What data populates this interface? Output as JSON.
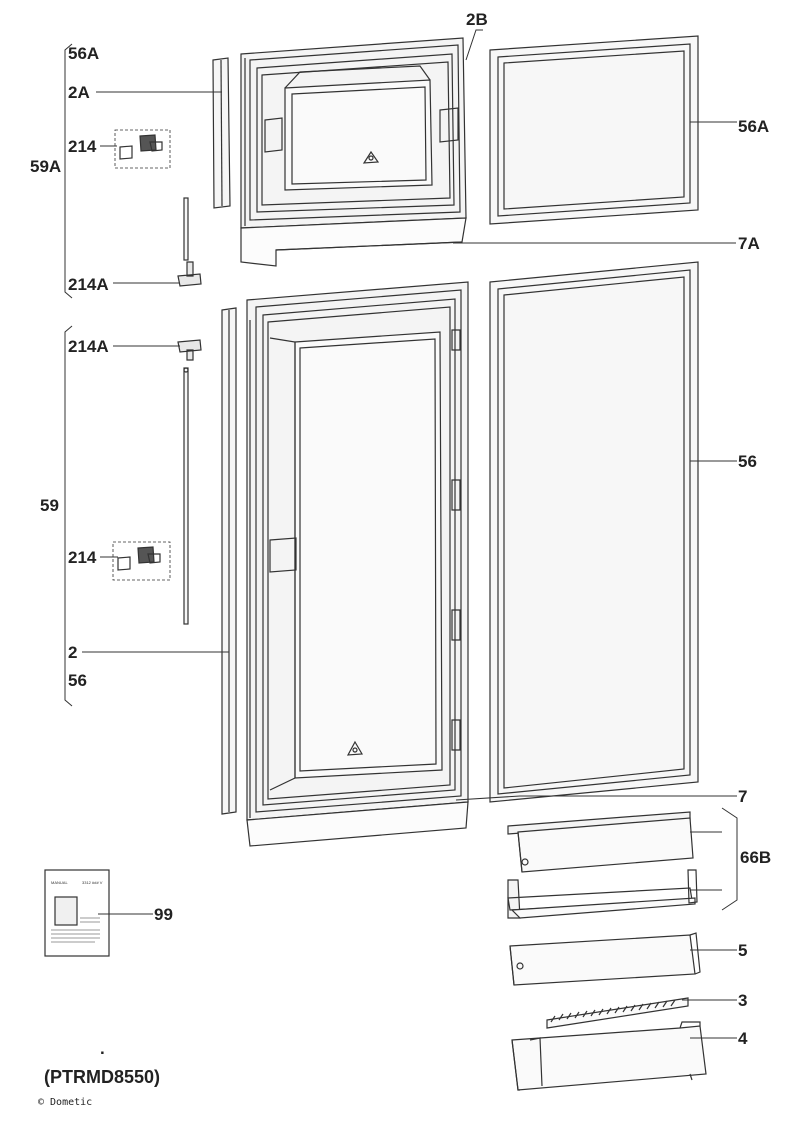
{
  "labels": {
    "l_56A_top": "56A",
    "l_2A": "2A",
    "l_214_top": "214",
    "l_59A": "59A",
    "l_214A_top": "214A",
    "l_214A_mid": "214A",
    "l_59": "59",
    "l_214_bottom": "214",
    "l_2": "2",
    "l_56": "56",
    "l_2B": "2B",
    "l_56A_right": "56A",
    "l_7A": "7A",
    "l_56_right": "56",
    "l_7": "7",
    "l_66B": "66B",
    "l_99": "99",
    "l_5": "5",
    "l_3": "3",
    "l_4": "4"
  },
  "footer": {
    "dot": ".",
    "model": "(PTRMD8550)",
    "copyright": "© Dometic"
  },
  "manual": {
    "title": "MANUAL",
    "code": "3312 ### V"
  }
}
